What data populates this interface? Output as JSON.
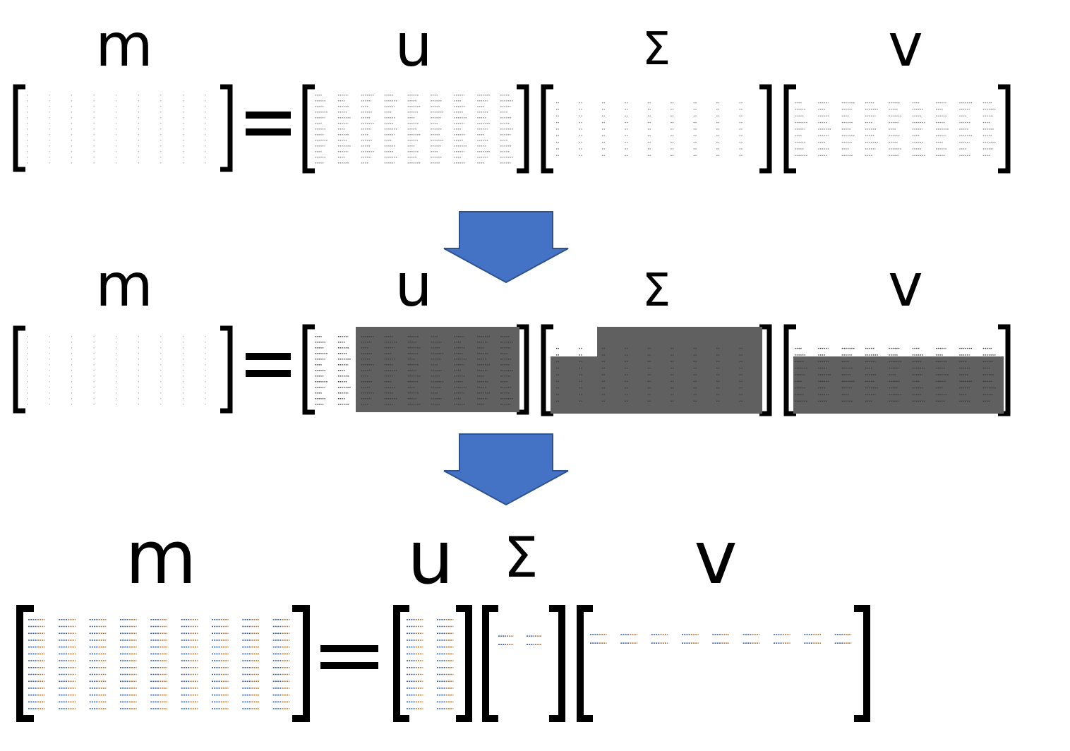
{
  "labels": {
    "m": "m",
    "u": "u",
    "sigma": "Σ",
    "v": "v",
    "equals": "="
  },
  "colors": {
    "background": "#ffffff",
    "ink": "#000000",
    "highlight": "#606060",
    "arrow_fill": "#4472C4",
    "arrow_stroke": "#2F528F",
    "tiny_text": "#8a8a8a",
    "blue_values": "#3060b0",
    "orange_values": "#c07020"
  },
  "stages": [
    {
      "id": "full_svd",
      "m_label": "m",
      "u_label": "u",
      "sigma_label": "Σ",
      "v_label": "v"
    },
    {
      "id": "truncated_highlight",
      "m_label": "m",
      "u_label": "u",
      "sigma_label": "Σ",
      "v_label": "v"
    },
    {
      "id": "reduced_svd",
      "m_label": "m",
      "u_label": "u",
      "sigma_label": "Σ",
      "v_label": "v"
    }
  ],
  "arrows": [
    {
      "id": "arrow-1",
      "icon": "down-arrow-icon"
    },
    {
      "id": "arrow-2",
      "icon": "down-arrow-icon"
    }
  ]
}
